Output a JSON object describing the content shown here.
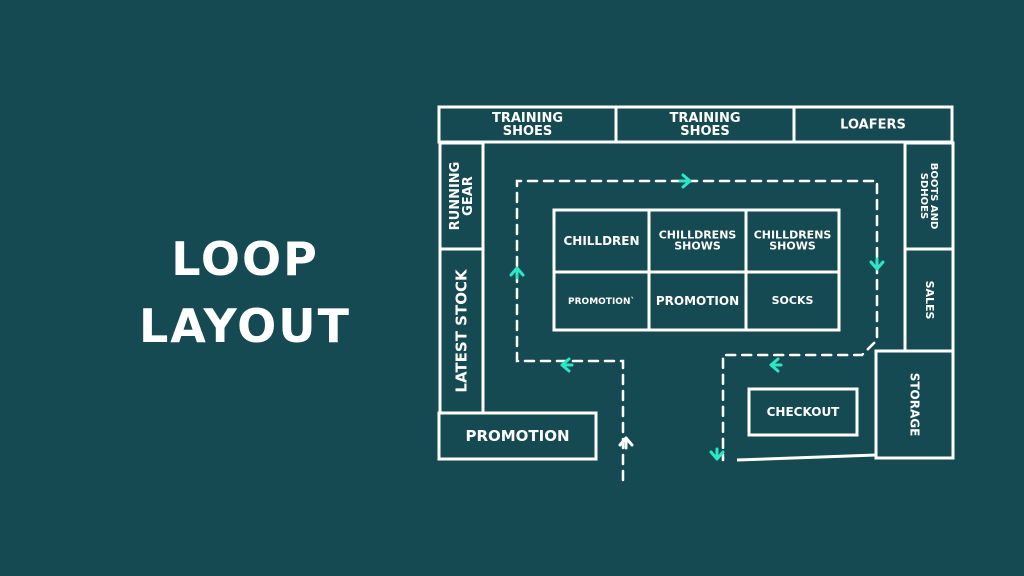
{
  "title": {
    "line1": "LOOP",
    "line2": "LAYOUT"
  },
  "colors": {
    "background": "#164a52",
    "lines": "#ffffff",
    "arrows": "#2ee5c6"
  },
  "fixtures": {
    "training_shoes_1": [
      "TRAINING",
      "SHOES"
    ],
    "training_shoes_2": [
      "TRAINING",
      "SHOES"
    ],
    "loafers": [
      "LOAFERS"
    ],
    "running_gear": [
      "RUNNING",
      "GEAR"
    ],
    "latest_stock": [
      "LATEST STOCK"
    ],
    "promotion_entrance": [
      "PROMOTION"
    ],
    "boots_and_sdhoes": [
      "BOOTS AND",
      "SDHOES"
    ],
    "sales": [
      "SALES"
    ],
    "storage": [
      "STORAGE"
    ],
    "checkout": [
      "CHECKOUT"
    ],
    "center_chilldren": [
      "CHILLDREN"
    ],
    "center_chilldrens_shows_1": [
      "CHILLDRENS",
      "SHOWS"
    ],
    "center_chilldrens_shows_2": [
      "CHILLDRENS",
      "SHOWS"
    ],
    "center_promotion_small": [
      "PROMOTION`"
    ],
    "center_promotion": [
      "PROMOTION"
    ],
    "center_socks": [
      "SOCKS"
    ]
  },
  "arrow_icons": [
    "arrow-up-icon",
    "arrow-up-icon",
    "arrow-right-icon",
    "arrow-down-icon",
    "arrow-left-icon",
    "arrow-left-icon",
    "arrow-down-icon"
  ]
}
